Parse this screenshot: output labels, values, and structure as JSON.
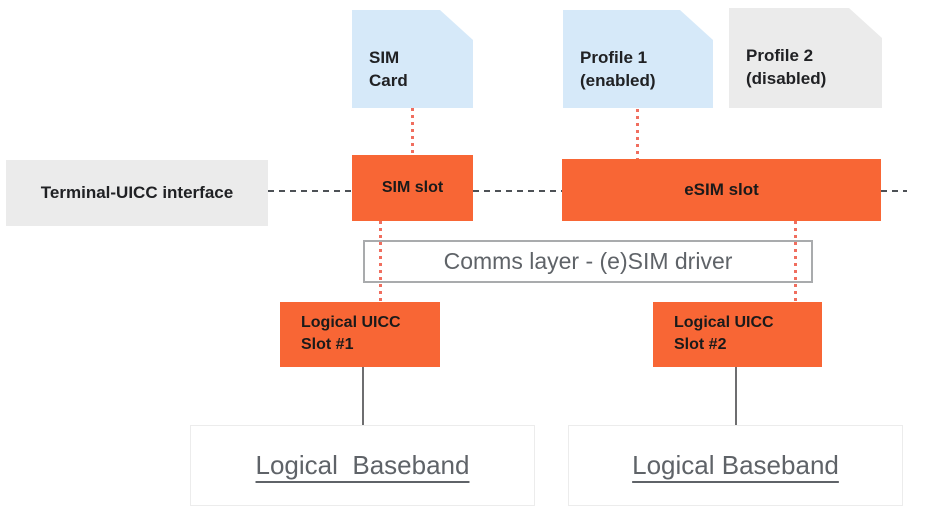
{
  "diagram": {
    "sim_card": {
      "line1": "SIM",
      "line2": "Card"
    },
    "profile1": {
      "line1": "Profile 1",
      "line2": "(enabled)"
    },
    "profile2": {
      "line1": "Profile 2",
      "line2": "(disabled)"
    },
    "terminal_uicc": {
      "label": "Terminal-UICC interface"
    },
    "sim_slot": {
      "label": "SIM slot"
    },
    "esim_slot": {
      "label": "eSIM slot"
    },
    "comms_layer": {
      "label": "Comms layer - (e)SIM driver"
    },
    "uicc_slot1": {
      "line1": "Logical UICC",
      "line2": "Slot #1"
    },
    "uicc_slot2": {
      "line1": "Logical UICC",
      "line2": "Slot #2"
    },
    "baseband1": {
      "label": "Logical  Baseband"
    },
    "baseband2": {
      "label": "Logical Baseband"
    }
  },
  "colors": {
    "slot_orange": "#F86635",
    "card_light_blue": "#D6E9F9",
    "card_light_gray": "#EBEBEB",
    "dark_text": "#202124",
    "gray_text": "#5F6368",
    "red_dotted_connector": "#F06E5F",
    "dashed_interface_line": "#4D5156",
    "solid_connector_gray": "#6E6E70",
    "comms_border_gray": "#A9ABAD",
    "baseband_border_gray": "#ECECEC"
  }
}
